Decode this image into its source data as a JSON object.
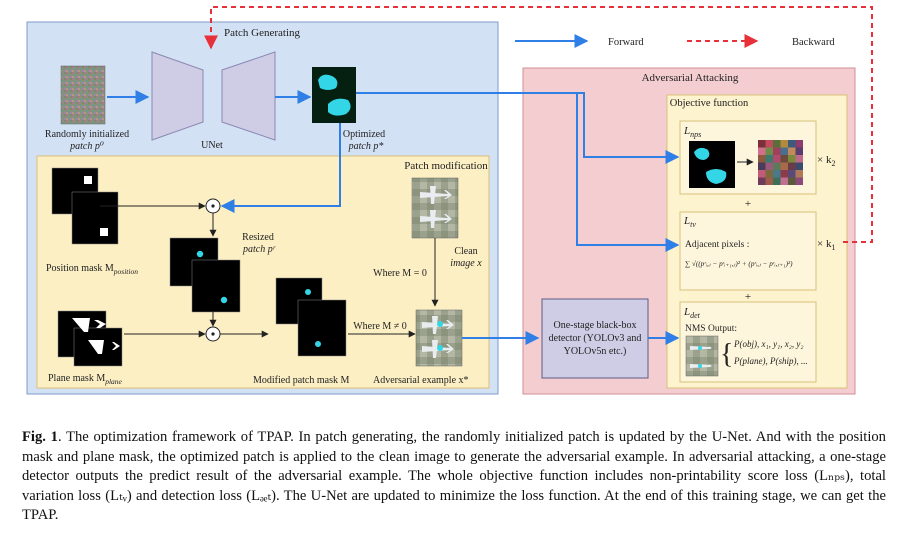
{
  "labels": {
    "patch_generating": "Patch Generating",
    "forward": "Forward",
    "backward": "Backward",
    "adversarial_attacking": "Adversarial Attacking",
    "objective_function": "Objective  function",
    "random_patch_l1": "Randomly initialized",
    "random_patch_l2": "patch p⁰",
    "unet": "UNet",
    "optimized_l1": "Optimized",
    "optimized_l2": "patch p*",
    "patch_modification": "Patch modification",
    "resized_l1": "Resized",
    "resized_l2": "patch pʳ",
    "position_mask": "Position mask M",
    "position_mask_sub": "position",
    "plane_mask": "Plane mask M",
    "plane_mask_sub": "plane",
    "where_m0": "Where M = 0",
    "where_mne0": "Where M ≠ 0",
    "clean_l1": "Clean",
    "clean_l2": "image x",
    "modified_mask": "Modified patch mask M",
    "adv_example": "Adversarial example x*",
    "detector_l1": "One-stage black-box",
    "detector_l2": "detector (YOLOv3 and",
    "detector_l3": "YOLOv5n etc.)",
    "l_nps": "L",
    "l_nps_sub": "nps",
    "l_tv": "L",
    "l_tv_sub": "tv",
    "l_det": "L",
    "l_det_sub": "det",
    "k2": "× k",
    "k2_sub": "2",
    "k1": "× k",
    "k1_sub": "1",
    "plus": "+",
    "adjacent": "Adjacent pixels :",
    "formula": "∑ √((pʳᵢ,ⱼ − pʳᵢ₊₁,ⱼ)² + (pʳᵢ,ⱼ − pʳᵢ,ⱼ₊₁)²)",
    "nms": "NMS Output:",
    "nms_line1": "P(obj), x₁, y₁, x₂, y₂",
    "nms_line2": "P(plane), P(ship), ..."
  },
  "caption": {
    "fig": "Fig. 1",
    "text": ". The optimization framework of TPAP. In patch generating, the randomly initialized patch is updated by the U-Net. And with the position mask and plane mask, the optimized patch is applied to the clean image to generate the adversarial example. In adversarial attacking, a one-stage detector outputs the predict result of the adversarial example. The whole objective function includes non-printability score loss (Lₙₚₛ), total variation loss (Lₜᵥ) and detection loss (Lₔₑₜ). The U-Net are updated to minimize the loss function. At the end of this training stage, we can get the TPAP."
  },
  "colors": {
    "patch_gen_bg": "#d2e1f4",
    "patch_mod_bg": "#fcefc4",
    "adv_bg": "#f4cdd0",
    "obj_bg": "#fdf3cf",
    "unet": "#cfcde6",
    "forward": "#2f7fe6",
    "backward": "#e8303a",
    "patch_cyan": "#33d6e6"
  }
}
